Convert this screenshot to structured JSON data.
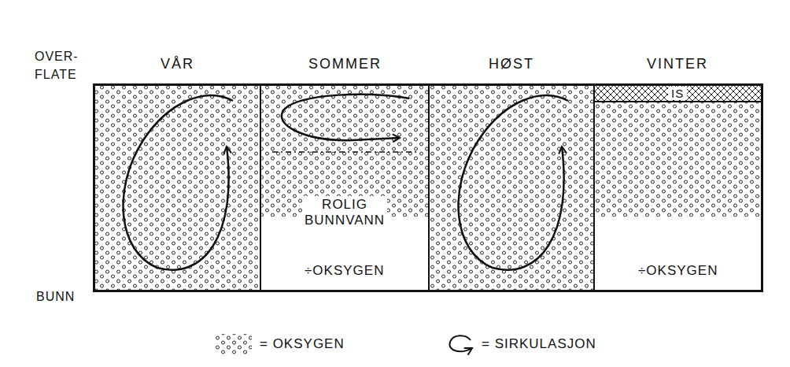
{
  "diagram": {
    "nodes": [
      {
        "text": [
          "VÅR"
        ]
      },
      {
        "text": [
          "SOMMER",
          "ROLIG BUNNVANN",
          "÷OKSYGEN"
        ]
      },
      {
        "text": [
          "HØST"
        ]
      },
      {
        "text": [
          "VINTER",
          "÷OKSYGEN"
        ]
      },
      {
        "text": [
          "IS"
        ],
        "in": 3
      }
    ],
    "labels": [
      "OVER- FLATE",
      "BUNN"
    ],
    "legend": [
      {
        "text": "= OKSYGEN"
      },
      {
        "text": "= SIRKULASJON"
      }
    ]
  }
}
